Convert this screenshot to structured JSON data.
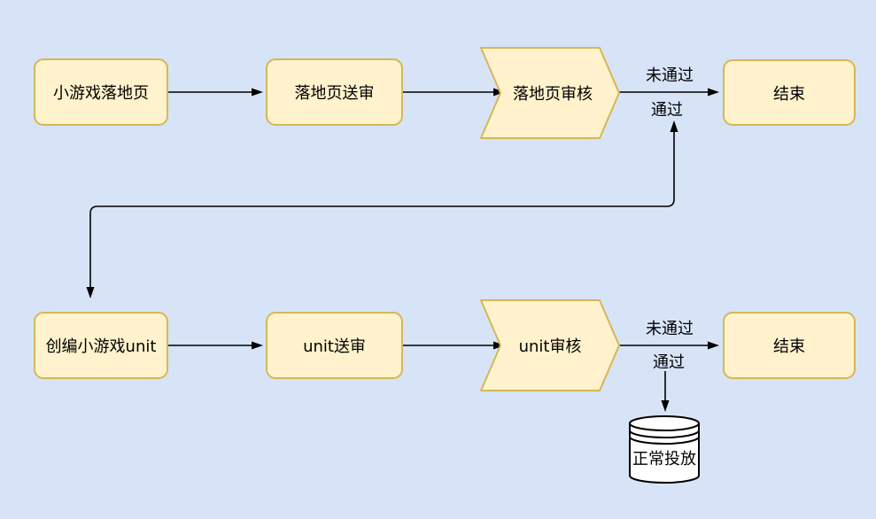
{
  "diagram": {
    "background_color": "#d7e4f7",
    "shape_fill_color": "#fff2cc",
    "shape_border_color": "#d6b656",
    "connector_color": "#000000",
    "nodes": {
      "landing_page": {
        "label": "小游戏落地页",
        "shape": "rounded-rect"
      },
      "landing_submit": {
        "label": "落地页送审",
        "shape": "rounded-rect"
      },
      "landing_review": {
        "label": "落地页审核",
        "shape": "chevron"
      },
      "end_1": {
        "label": "结束",
        "shape": "rounded-rect"
      },
      "create_unit": {
        "label": "创编小游戏unit",
        "shape": "rounded-rect"
      },
      "unit_submit": {
        "label": "unit送审",
        "shape": "rounded-rect"
      },
      "unit_review": {
        "label": "unit审核",
        "shape": "chevron"
      },
      "end_2": {
        "label": "结束",
        "shape": "rounded-rect"
      },
      "normal_delivery": {
        "label": "正常投放",
        "shape": "database-cylinder"
      }
    },
    "edge_labels": {
      "landing_fail": "未通过",
      "landing_pass": "通过",
      "unit_fail": "未通过",
      "unit_pass": "通过"
    }
  }
}
